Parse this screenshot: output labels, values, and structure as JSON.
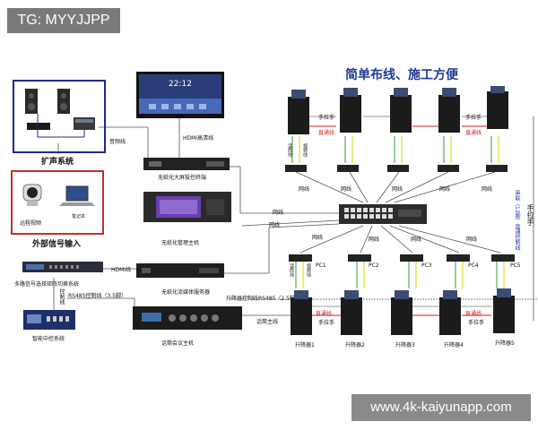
{
  "watermarks": {
    "top": "TG: MYYJJPP",
    "bottom": "www.4k-kaiyunapp.com"
  },
  "header": {
    "title": "简单布线、施工方便"
  },
  "left": {
    "audio_system": "扩声系统",
    "remote_video": "远程视频",
    "laptop_label": "笔记本",
    "external_input": "外部信号输入",
    "matrix": "多路信号选择矩阵切换系统",
    "central_control": "智能中控系统",
    "control_line": "控制线",
    "rs485": "RS485控制线（3.5脚）"
  },
  "center": {
    "screen_time": "22:12",
    "audio_line": "音频线",
    "hdmi_hd": "HDMI高清线",
    "wireless_terminal": "无纸化大屏投控终端",
    "management_host": "无纸化管理主机",
    "hdmi_line": "HDMI线",
    "media_server": "无纸化流媒体服务器",
    "conference_host": "话筒会议主机",
    "mic_trunk": "话筒主线",
    "lift_control": "升降器控制线RS485（2.5脚）",
    "network_line": "网线"
  },
  "right": {
    "hand_pull": "手拉手",
    "direct_line": "直通线",
    "mic_line": "话筒线",
    "serial_control": "串联（12脚）直通控制线",
    "video_line": "视频线",
    "network_line": "网线",
    "pc_labels": [
      "PC1",
      "PC2",
      "PC3",
      "PC4",
      "PC5"
    ],
    "lifters": [
      "升降器1",
      "升降器2",
      "升降器3",
      "升降器4",
      "升降器5"
    ]
  }
}
